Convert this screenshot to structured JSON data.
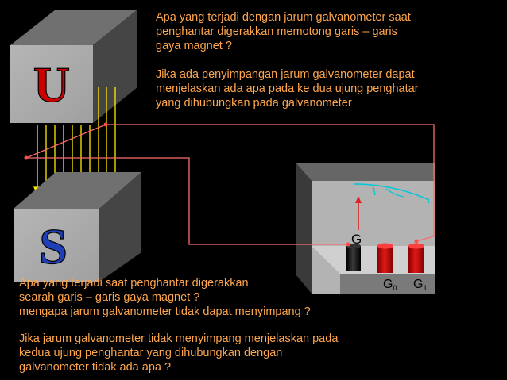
{
  "magnets": {
    "north": {
      "letter": "U",
      "color": "#cc0000"
    },
    "south": {
      "letter": "S",
      "color": "#1f3fb8"
    }
  },
  "galvanometer": {
    "label": "G",
    "terminal_0": {
      "letter": "G",
      "subscript": "0"
    },
    "terminal_1": {
      "letter": "G",
      "subscript": "1"
    }
  },
  "questions": {
    "q1": [
      "Apa yang terjadi dengan jarum galvanometer saat",
      "penghantar digerakkan memotong garis – garis",
      "gaya magnet ?"
    ],
    "q2": [
      "Jika ada penyimpangan jarum galvanometer dapat",
      "menjelaskan ada apa pada ke dua ujung penghatar",
      "yang dihubungkan pada galvanometer"
    ],
    "q3": [
      "Apa yang terjadi saat penghantar digerakkan",
      "searah garis – garis gaya magnet ?",
      "mengapa jarum galvanometer tidak dapat menyimpang ?"
    ],
    "q4": [
      "Jika jarum galvanometer tidak menyimpang menjelaskan pada",
      "kedua ujung penghantar yang dihubungkan dengan",
      "galvanometer tidak ada apa ?"
    ]
  },
  "colors": {
    "text": "#ffa64d",
    "field_lines": "#ffee00",
    "wire": "#ff6b6b",
    "needle": "#dd2222",
    "scale": "#00c8d8",
    "terminal_black": "#111111",
    "terminal_red": "#cc0000"
  }
}
